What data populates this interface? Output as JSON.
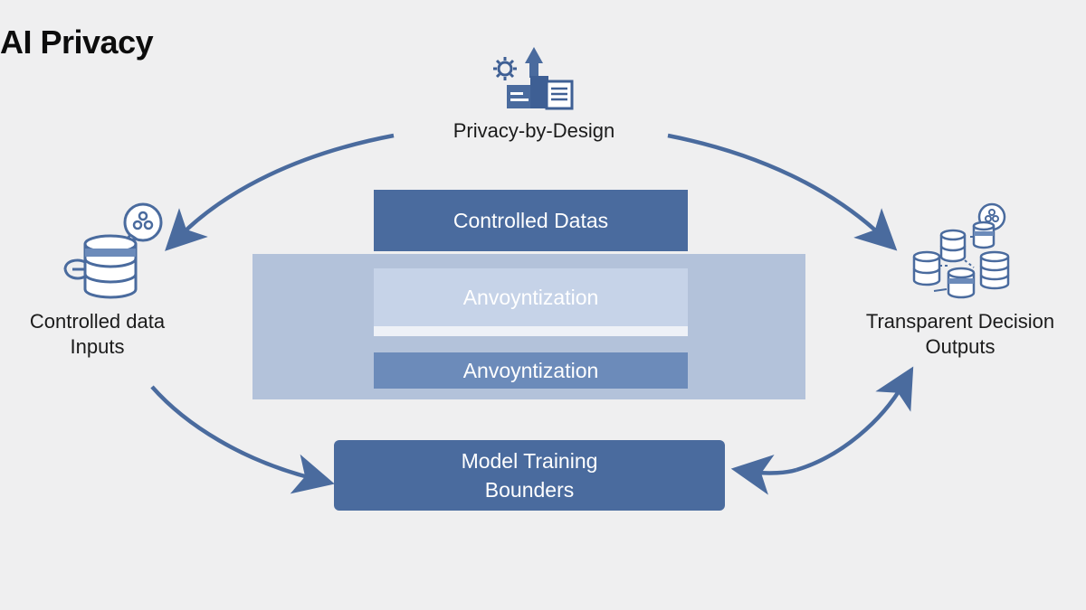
{
  "title": "AI Privacy",
  "nodes": {
    "top": {
      "label": "Privacy-by-Design"
    },
    "left": {
      "label_line1": "Controlled data",
      "label_line2": "Inputs"
    },
    "right": {
      "label_line1": "Transparent Decision",
      "label_line2": "Outputs"
    }
  },
  "stack": {
    "controlled_datas": "Controlled Datas",
    "anonymization_1": "Anvoyntization",
    "anonymization_2": "Anvoyntization"
  },
  "model_box": {
    "line1": "Model Training",
    "line2": "Bounders"
  },
  "colors": {
    "primary": "#4a6b9e",
    "panel": "#b3c2da",
    "inner_light": "#c6d3e8",
    "inner_mid": "#6c8bba",
    "background": "#efeff0"
  },
  "icons": {
    "top": "cloud-upload-server-icon",
    "left": "database-chat-icon",
    "right": "database-network-icon"
  }
}
